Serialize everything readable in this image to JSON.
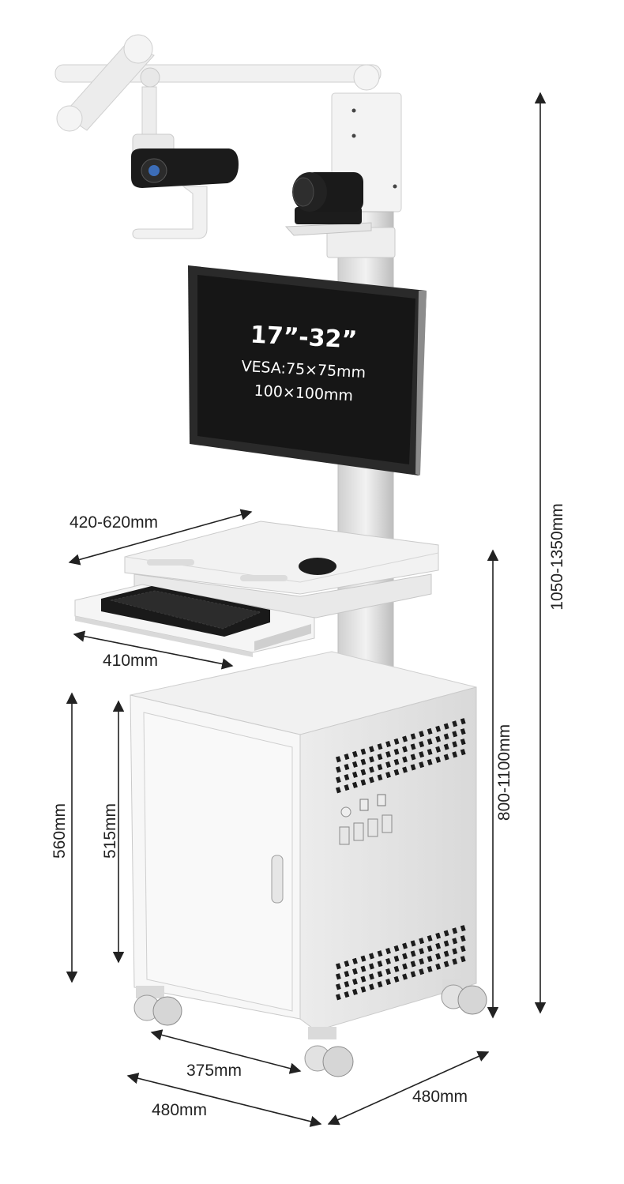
{
  "screen": {
    "size_range": "17”-32”",
    "vesa_line1": "VESA:75×75mm",
    "vesa_line2": "100×100mm"
  },
  "dimensions": {
    "tray_width": "420-620mm",
    "keyboard_width": "410mm",
    "total_height": "1050-1350mm",
    "desk_height": "800-1100mm",
    "cabinet_height": "560mm",
    "door_height": "515mm",
    "door_width": "375mm",
    "base_width": "480mm",
    "base_depth": "480mm"
  },
  "colors": {
    "body": "#f3f3f3",
    "shade": "#dedede",
    "dark": "#1a1a1a",
    "screen": "#161616",
    "dimension_line": "#222222"
  }
}
